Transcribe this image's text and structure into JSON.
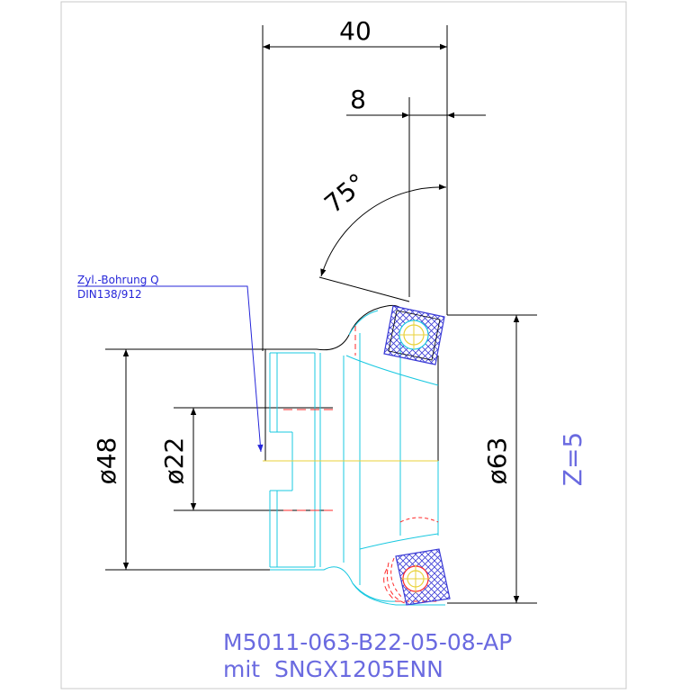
{
  "dimensions": {
    "width_40": "40",
    "width_8": "8",
    "angle_75": "75°",
    "dia_48": "ø48",
    "dia_22": "ø22",
    "dia_63": "ø63",
    "teeth": "Z=5"
  },
  "callout": {
    "line1": "Zyl.-Bohrung Q",
    "line2": "DIN138/912"
  },
  "title": {
    "line1": "M5011-063-B22-05-08-AP",
    "line2": "mit  SNGX1205ENN"
  },
  "colors": {
    "dimension": "#000000",
    "body": "#19c8e0",
    "hidden": "#ff2a2a",
    "insert": "#3b3bd6",
    "center": "#e8d23a",
    "callout": "#2626d9",
    "title": "#6a6ae0"
  }
}
